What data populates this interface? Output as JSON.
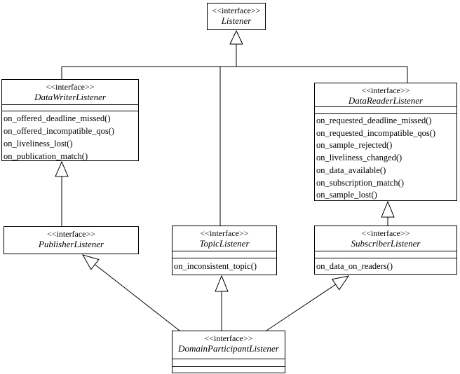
{
  "diagram": {
    "type": "uml-class-diagram",
    "stereotype_text": "<<interface>>"
  },
  "colors": {
    "line": "#000000",
    "background": "#ffffff",
    "box_fill": "#ffffff",
    "text": "#000000"
  },
  "classes": {
    "listener": {
      "stereotype": "<<interface>>",
      "name": "Listener",
      "methods": []
    },
    "datawriter": {
      "stereotype": "<<interface>>",
      "name": "DataWriterListener",
      "methods": [
        "on_offered_deadline_missed()",
        "on_offered_incompatible_qos()",
        "on_liveliness_lost()",
        "on_publication_match()"
      ]
    },
    "datareader": {
      "stereotype": "<<interface>>",
      "name": "DataReaderListener",
      "methods": [
        "on_requested_deadline_missed()",
        "on_requested_incompatible_qos()",
        "on_sample_rejected()",
        "on_liveliness_changed()",
        "on_data_available()",
        "on_subscription_match()",
        "on_sample_lost()"
      ]
    },
    "publisher": {
      "stereotype": "<<interface>>",
      "name": "PublisherListener",
      "methods": []
    },
    "topic": {
      "stereotype": "<<interface>>",
      "name": "TopicListener",
      "methods": [
        "on_inconsistent_topic()"
      ]
    },
    "subscriber": {
      "stereotype": "<<interface>>",
      "name": "SubscriberListener",
      "methods": [
        "on_data_on_readers()"
      ]
    },
    "domain": {
      "stereotype": "<<interface>>",
      "name": "DomainParticipantListener",
      "methods": []
    }
  },
  "relationships": [
    {
      "type": "generalization",
      "from": "DataWriterListener",
      "to": "Listener"
    },
    {
      "type": "generalization",
      "from": "TopicListener",
      "to": "Listener"
    },
    {
      "type": "generalization",
      "from": "DataReaderListener",
      "to": "Listener"
    },
    {
      "type": "generalization",
      "from": "PublisherListener",
      "to": "DataWriterListener"
    },
    {
      "type": "generalization",
      "from": "SubscriberListener",
      "to": "DataReaderListener"
    },
    {
      "type": "generalization",
      "from": "DomainParticipantListener",
      "to": "PublisherListener"
    },
    {
      "type": "generalization",
      "from": "DomainParticipantListener",
      "to": "TopicListener"
    },
    {
      "type": "generalization",
      "from": "DomainParticipantListener",
      "to": "SubscriberListener"
    }
  ]
}
